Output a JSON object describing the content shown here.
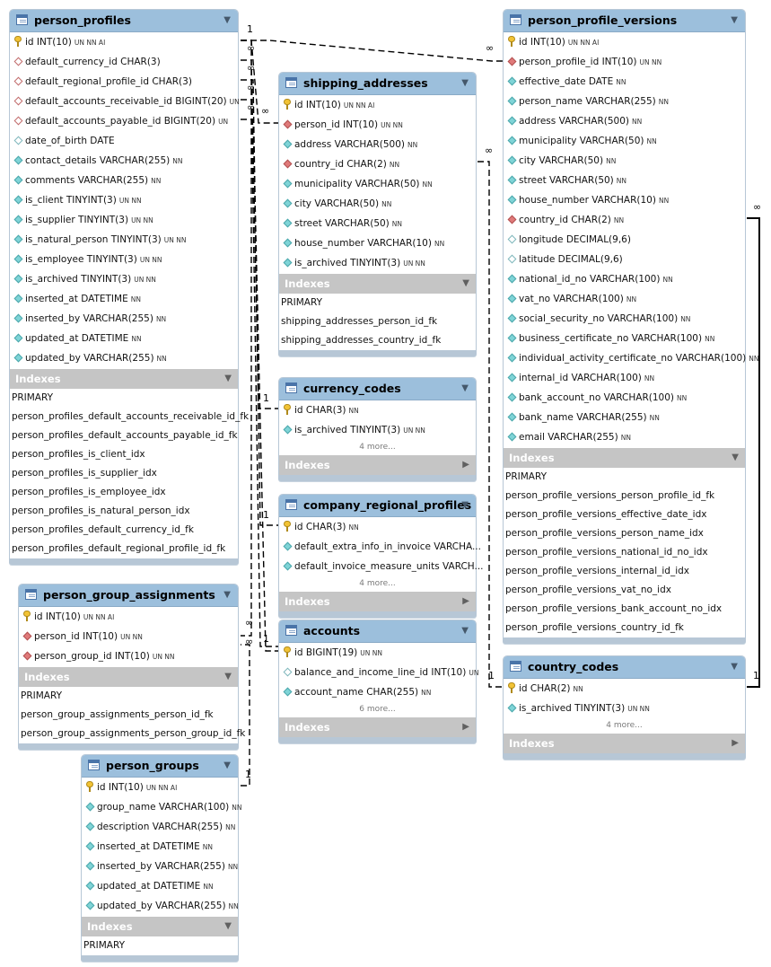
{
  "tables": {
    "person_profiles": {
      "name": "person_profiles",
      "columns": [
        {
          "icon": "key",
          "text": "id INT(10)",
          "flags": "UN NN AI"
        },
        {
          "icon": "fkopt",
          "text": "default_currency_id CHAR(3)",
          "flags": ""
        },
        {
          "icon": "fkopt",
          "text": "default_regional_profile_id CHAR(3)",
          "flags": ""
        },
        {
          "icon": "fkopt",
          "text": "default_accounts_receivable_id BIGINT(20)",
          "flags": "UN"
        },
        {
          "icon": "fkopt",
          "text": "default_accounts_payable_id BIGINT(20)",
          "flags": "UN"
        },
        {
          "icon": "opt",
          "text": "date_of_birth DATE",
          "flags": ""
        },
        {
          "icon": "nn",
          "text": "contact_details VARCHAR(255)",
          "flags": "NN"
        },
        {
          "icon": "nn",
          "text": "comments VARCHAR(255)",
          "flags": "NN"
        },
        {
          "icon": "nn",
          "text": "is_client TINYINT(3)",
          "flags": "UN NN"
        },
        {
          "icon": "nn",
          "text": "is_supplier TINYINT(3)",
          "flags": "UN NN"
        },
        {
          "icon": "nn",
          "text": "is_natural_person TINYINT(3)",
          "flags": "UN NN"
        },
        {
          "icon": "nn",
          "text": "is_employee TINYINT(3)",
          "flags": "UN NN"
        },
        {
          "icon": "nn",
          "text": "is_archived TINYINT(3)",
          "flags": "UN NN"
        },
        {
          "icon": "nn",
          "text": "inserted_at DATETIME",
          "flags": "NN"
        },
        {
          "icon": "nn",
          "text": "inserted_by VARCHAR(255)",
          "flags": "NN"
        },
        {
          "icon": "nn",
          "text": "updated_at DATETIME",
          "flags": "NN"
        },
        {
          "icon": "nn",
          "text": "updated_by VARCHAR(255)",
          "flags": "NN"
        }
      ],
      "more": "",
      "indexes_label": "Indexes",
      "indexes_collapsed": false,
      "indexes": [
        "PRIMARY",
        "person_profiles_default_accounts_receivable_id_fk",
        "person_profiles_default_accounts_payable_id_fk",
        "person_profiles_is_client_idx",
        "person_profiles_is_supplier_idx",
        "person_profiles_is_employee_idx",
        "person_profiles_is_natural_person_idx",
        "person_profiles_default_currency_id_fk",
        "person_profiles_default_regional_profile_id_fk"
      ]
    },
    "shipping_addresses": {
      "name": "shipping_addresses",
      "columns": [
        {
          "icon": "key",
          "text": "id INT(10)",
          "flags": "UN NN AI"
        },
        {
          "icon": "fk",
          "text": "person_id INT(10)",
          "flags": "UN NN"
        },
        {
          "icon": "nn",
          "text": "address VARCHAR(500)",
          "flags": "NN"
        },
        {
          "icon": "fk",
          "text": "country_id CHAR(2)",
          "flags": "NN"
        },
        {
          "icon": "nn",
          "text": "municipality VARCHAR(50)",
          "flags": "NN"
        },
        {
          "icon": "nn",
          "text": "city VARCHAR(50)",
          "flags": "NN"
        },
        {
          "icon": "nn",
          "text": "street VARCHAR(50)",
          "flags": "NN"
        },
        {
          "icon": "nn",
          "text": "house_number VARCHAR(10)",
          "flags": "NN"
        },
        {
          "icon": "nn",
          "text": "is_archived TINYINT(3)",
          "flags": "UN NN"
        }
      ],
      "more": "",
      "indexes_label": "Indexes",
      "indexes_collapsed": false,
      "indexes": [
        "PRIMARY",
        "shipping_addresses_person_id_fk",
        "shipping_addresses_country_id_fk"
      ]
    },
    "currency_codes": {
      "name": "currency_codes",
      "columns": [
        {
          "icon": "key",
          "text": "id CHAR(3)",
          "flags": "NN"
        },
        {
          "icon": "nn",
          "text": "is_archived TINYINT(3)",
          "flags": "UN NN"
        }
      ],
      "more": "4 more...",
      "indexes_label": "Indexes",
      "indexes_collapsed": true,
      "indexes": []
    },
    "company_regional_profiles": {
      "name": "company_regional_profiles",
      "columns": [
        {
          "icon": "key",
          "text": "id CHAR(3)",
          "flags": "NN"
        },
        {
          "icon": "nn",
          "text": "default_extra_info_in_invoice VARCHA...",
          "flags": ""
        },
        {
          "icon": "nn",
          "text": "default_invoice_measure_units VARCH...",
          "flags": ""
        }
      ],
      "more": "4 more...",
      "indexes_label": "Indexes",
      "indexes_collapsed": true,
      "indexes": []
    },
    "accounts": {
      "name": "accounts",
      "columns": [
        {
          "icon": "key",
          "text": "id BIGINT(19)",
          "flags": "UN NN"
        },
        {
          "icon": "opt",
          "text": "balance_and_income_line_id INT(10)",
          "flags": "UN"
        },
        {
          "icon": "nn",
          "text": "account_name CHAR(255)",
          "flags": "NN"
        }
      ],
      "more": "6 more...",
      "indexes_label": "Indexes",
      "indexes_collapsed": true,
      "indexes": []
    },
    "person_profile_versions": {
      "name": "person_profile_versions",
      "columns": [
        {
          "icon": "key",
          "text": "id INT(10)",
          "flags": "UN NN AI"
        },
        {
          "icon": "fk",
          "text": "person_profile_id INT(10)",
          "flags": "UN NN"
        },
        {
          "icon": "nn",
          "text": "effective_date DATE",
          "flags": "NN"
        },
        {
          "icon": "nn",
          "text": "person_name VARCHAR(255)",
          "flags": "NN"
        },
        {
          "icon": "nn",
          "text": "address VARCHAR(500)",
          "flags": "NN"
        },
        {
          "icon": "nn",
          "text": "municipality VARCHAR(50)",
          "flags": "NN"
        },
        {
          "icon": "nn",
          "text": "city VARCHAR(50)",
          "flags": "NN"
        },
        {
          "icon": "nn",
          "text": "street VARCHAR(50)",
          "flags": "NN"
        },
        {
          "icon": "nn",
          "text": "house_number VARCHAR(10)",
          "flags": "NN"
        },
        {
          "icon": "fk",
          "text": "country_id CHAR(2)",
          "flags": "NN"
        },
        {
          "icon": "opt",
          "text": "longitude DECIMAL(9,6)",
          "flags": ""
        },
        {
          "icon": "opt",
          "text": "latitude DECIMAL(9,6)",
          "flags": ""
        },
        {
          "icon": "nn",
          "text": "national_id_no VARCHAR(100)",
          "flags": "NN"
        },
        {
          "icon": "nn",
          "text": "vat_no VARCHAR(100)",
          "flags": "NN"
        },
        {
          "icon": "nn",
          "text": "social_security_no VARCHAR(100)",
          "flags": "NN"
        },
        {
          "icon": "nn",
          "text": "business_certificate_no VARCHAR(100)",
          "flags": "NN"
        },
        {
          "icon": "nn",
          "text": "individual_activity_certificate_no VARCHAR(100)",
          "flags": "NN"
        },
        {
          "icon": "nn",
          "text": "internal_id VARCHAR(100)",
          "flags": "NN"
        },
        {
          "icon": "nn",
          "text": "bank_account_no VARCHAR(100)",
          "flags": "NN"
        },
        {
          "icon": "nn",
          "text": "bank_name VARCHAR(255)",
          "flags": "NN"
        },
        {
          "icon": "nn",
          "text": "email VARCHAR(255)",
          "flags": "NN"
        }
      ],
      "more": "",
      "indexes_label": "Indexes",
      "indexes_collapsed": false,
      "indexes": [
        "PRIMARY",
        "person_profile_versions_person_profile_id_fk",
        "person_profile_versions_effective_date_idx",
        "person_profile_versions_person_name_idx",
        "person_profile_versions_national_id_no_idx",
        "person_profile_versions_internal_id_idx",
        "person_profile_versions_vat_no_idx",
        "person_profile_versions_bank_account_no_idx",
        "person_profile_versions_country_id_fk"
      ]
    },
    "country_codes": {
      "name": "country_codes",
      "columns": [
        {
          "icon": "key",
          "text": "id CHAR(2)",
          "flags": "NN"
        },
        {
          "icon": "nn",
          "text": "is_archived TINYINT(3)",
          "flags": "UN NN"
        }
      ],
      "more": "4 more...",
      "indexes_label": "Indexes",
      "indexes_collapsed": true,
      "indexes": []
    },
    "person_group_assignments": {
      "name": "person_group_assignments",
      "columns": [
        {
          "icon": "key",
          "text": "id INT(10)",
          "flags": "UN NN AI"
        },
        {
          "icon": "fk",
          "text": "person_id INT(10)",
          "flags": "UN NN"
        },
        {
          "icon": "fk",
          "text": "person_group_id INT(10)",
          "flags": "UN NN"
        }
      ],
      "more": "",
      "indexes_label": "Indexes",
      "indexes_collapsed": false,
      "indexes": [
        "PRIMARY",
        "person_group_assignments_person_id_fk",
        "person_group_assignments_person_group_id_fk"
      ]
    },
    "person_groups": {
      "name": "person_groups",
      "columns": [
        {
          "icon": "key",
          "text": "id INT(10)",
          "flags": "UN NN AI"
        },
        {
          "icon": "nn",
          "text": "group_name VARCHAR(100)",
          "flags": "NN"
        },
        {
          "icon": "nn",
          "text": "description VARCHAR(255)",
          "flags": "NN"
        },
        {
          "icon": "nn",
          "text": "inserted_at DATETIME",
          "flags": "NN"
        },
        {
          "icon": "nn",
          "text": "inserted_by VARCHAR(255)",
          "flags": "NN"
        },
        {
          "icon": "nn",
          "text": "updated_at DATETIME",
          "flags": "NN"
        },
        {
          "icon": "nn",
          "text": "updated_by VARCHAR(255)",
          "flags": "NN"
        }
      ],
      "more": "",
      "indexes_label": "Indexes",
      "indexes_collapsed": false,
      "indexes": [
        "PRIMARY"
      ]
    }
  },
  "cardinality": {
    "one": "1",
    "many": "∞"
  }
}
